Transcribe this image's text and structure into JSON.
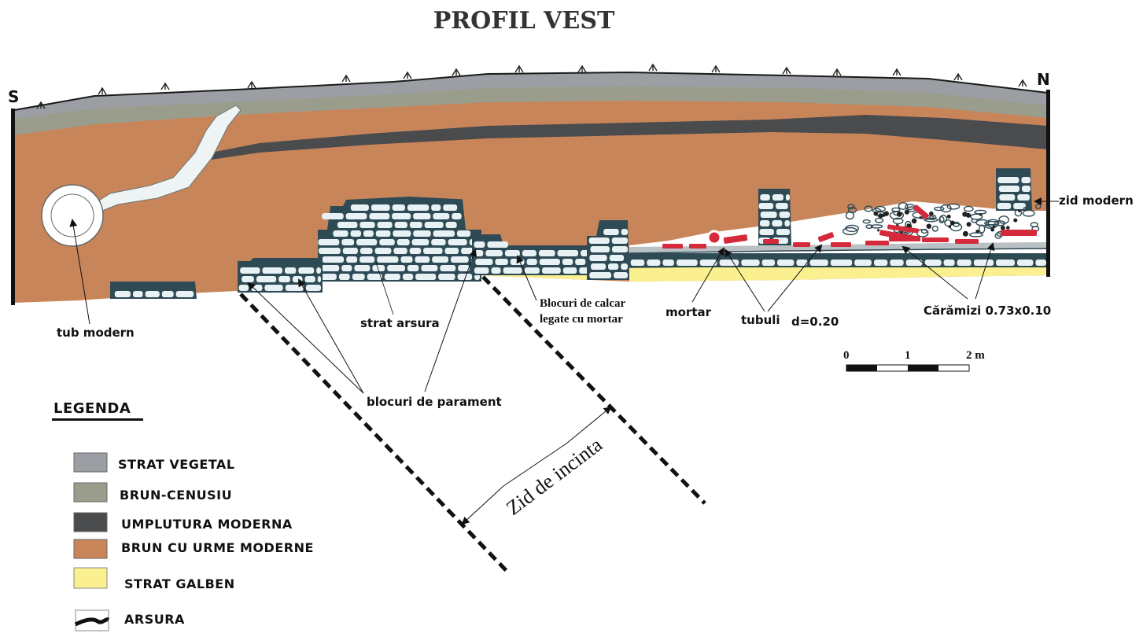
{
  "title": "PROFIL VEST",
  "directions": {
    "south": "S",
    "north": "N"
  },
  "colors": {
    "strat_vegetal": "#9b9ea2",
    "brun_cenusiu": "#9a9d8c",
    "umplutura_moderna": "#4a4b4d",
    "brun_cu_urme_moderne": "#c9855a",
    "strat_galben": "#fbf08f",
    "arsura": "#111111",
    "caramizi": "#d42a3c",
    "stone": "#e8f2f4",
    "stone_joint": "#2e4a55"
  },
  "labels": {
    "tub_modern": "tub modern",
    "strat_arsura": "strat arsura",
    "blocuri_calcar_1": "Blocuri de calcar",
    "blocuri_calcar_2": "legate cu mortar",
    "mortar": "mortar",
    "tubuli": "tubuli",
    "tubuli_d": "d=0.20",
    "caramizi": "Cărămizi 0.73x0.10",
    "zid_modern": "zid modern",
    "blocuri_parament": "blocuri de parament",
    "zid_incinta": "Zid de incinta"
  },
  "scale": {
    "ticks": [
      "0",
      "1",
      "2 m"
    ]
  },
  "legend": {
    "heading": "LEGENDA",
    "items": [
      {
        "label": "STRAT VEGETAL",
        "swatch": "strat_vegetal"
      },
      {
        "label": "BRUN-CENUSIU",
        "swatch": "brun_cenusiu"
      },
      {
        "label": "UMPLUTURA MODERNA",
        "swatch": "umplutura_moderna"
      },
      {
        "label": "BRUN CU URME MODERNE",
        "swatch": "brun_cu_urme_moderne"
      },
      {
        "label": "STRAT GALBEN",
        "swatch": "strat_galben"
      },
      {
        "label": "ARSURA",
        "swatch": "arsura"
      }
    ]
  }
}
